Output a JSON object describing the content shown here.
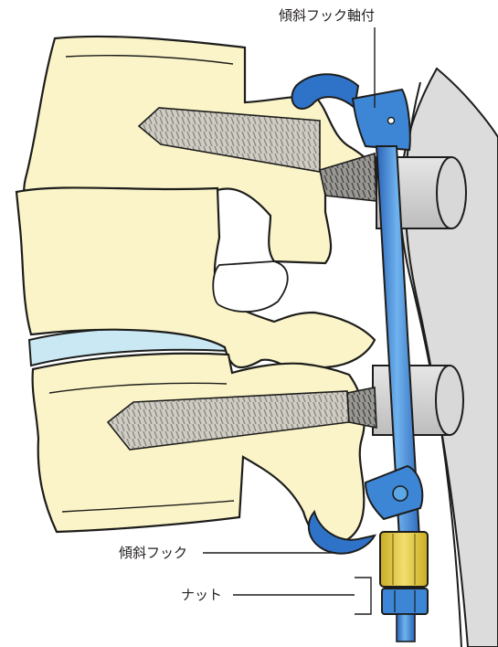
{
  "labels": {
    "hook_shaft": "傾斜フック軸付",
    "hook": "傾斜フック",
    "nut": "ナット"
  },
  "colors": {
    "bone": "#fbf4c8",
    "disc": "#c9e8f3",
    "rod_blue": "#2f73c9",
    "rod_blue_light": "#5aa6e6",
    "screw_gray": "#c9c6bd",
    "screw_shaded": "#8c8a86",
    "nut_gold": "#e9d24d",
    "cylinder_gray": "#d4d4d4",
    "outline": "#1d1d1b"
  }
}
